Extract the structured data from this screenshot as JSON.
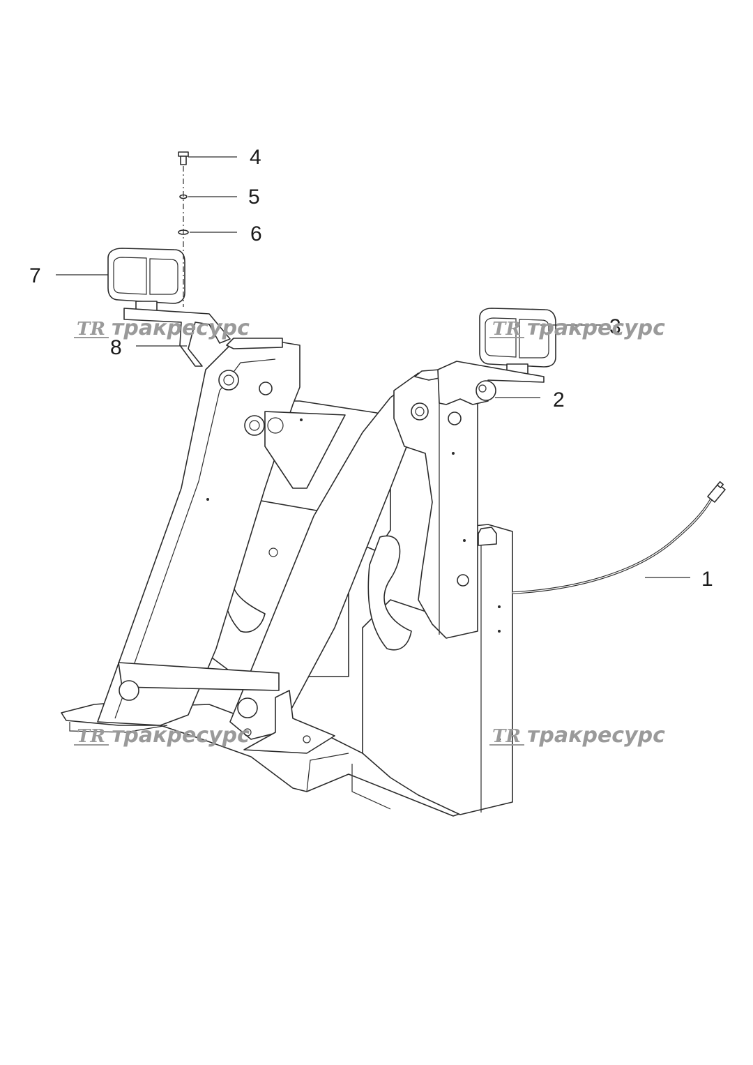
{
  "callouts": [
    {
      "number": "1",
      "part": "wiring-harness"
    },
    {
      "number": "2",
      "part": "nut"
    },
    {
      "number": "3",
      "part": "work-lamp-right"
    },
    {
      "number": "4",
      "part": "bolt"
    },
    {
      "number": "5",
      "part": "spring-washer"
    },
    {
      "number": "6",
      "part": "flat-washer"
    },
    {
      "number": "7",
      "part": "work-lamp-left"
    },
    {
      "number": "8",
      "part": "lamp-bracket"
    }
  ],
  "watermark": {
    "logo": "TR",
    "text": "тракресурс"
  },
  "colors": {
    "line": "#2b2b2b",
    "watermark": "#9a9a9a",
    "background": "#ffffff"
  }
}
